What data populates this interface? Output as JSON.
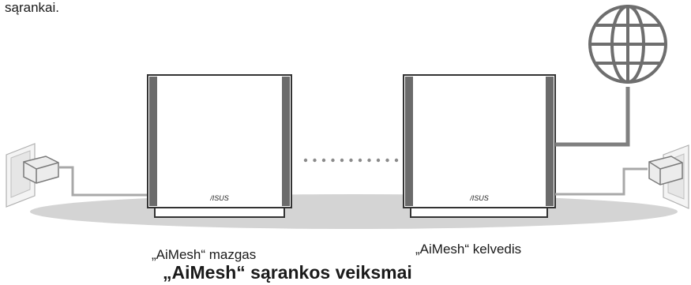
{
  "intro_text": "sąrankai.",
  "node_label": "„AiMesh“ mazgas",
  "router_label": "„AiMesh“ kelvedis",
  "caption": "„AiMesh“ sąrankos veiksmai",
  "brand_logo": "/ISUS",
  "icons": [
    "globe-icon",
    "wall-outlet-left-icon",
    "wall-outlet-right-icon",
    "power-adapter-icon"
  ],
  "colors": {
    "floor": "#d4d4d4",
    "cable": "#808080",
    "device_outline": "#333333",
    "globe": "#6e6e6e"
  }
}
